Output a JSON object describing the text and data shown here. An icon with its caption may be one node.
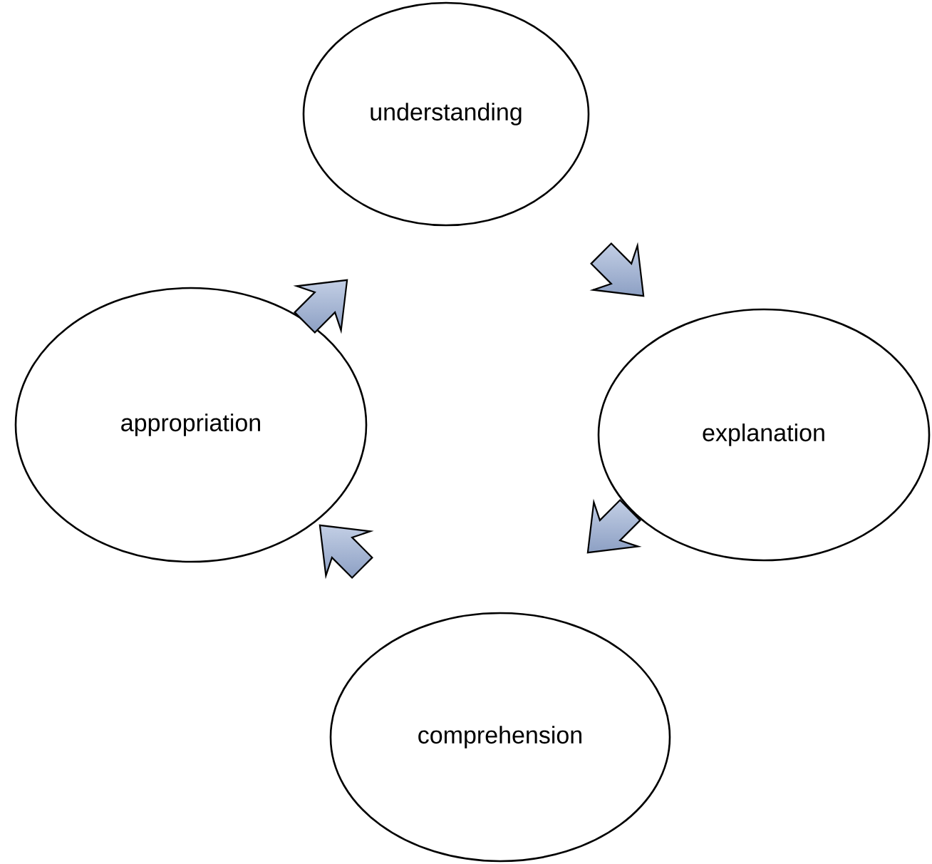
{
  "diagram": {
    "nodes": [
      {
        "text": [
          "understanding"
        ]
      },
      {
        "text": [
          "explanation"
        ]
      },
      {
        "text": [
          "comprehension"
        ]
      },
      {
        "text": [
          "appropriation"
        ]
      }
    ],
    "edges": [
      {
        "from": 0,
        "to": 1,
        "arrow": "to"
      },
      {
        "from": 1,
        "to": 2,
        "arrow": "to"
      },
      {
        "from": 2,
        "to": 3,
        "arrow": "to"
      },
      {
        "from": 3,
        "to": 0,
        "arrow": "to"
      }
    ]
  }
}
